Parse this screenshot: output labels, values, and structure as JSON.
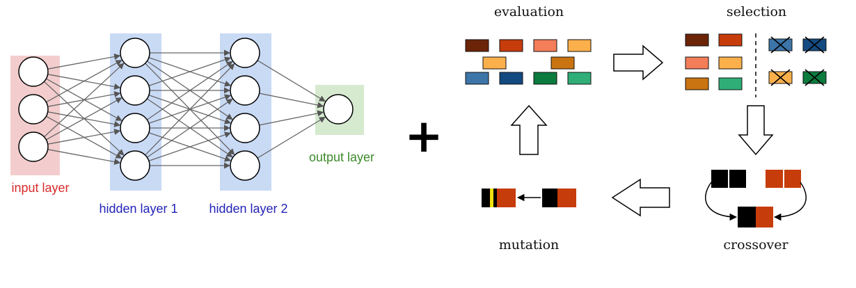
{
  "neural_network": {
    "layers": [
      {
        "name": "input",
        "label": "input layer",
        "nodes": 3,
        "label_color": "#d92b2b",
        "bg_color": "#f3cdcd"
      },
      {
        "name": "hidden1",
        "label": "hidden layer 1",
        "nodes": 4,
        "label_color": "#2323b8",
        "bg_color": "#c9daf5"
      },
      {
        "name": "hidden2",
        "label": "hidden layer 2",
        "nodes": 4,
        "label_color": "#2323b8",
        "bg_color": "#c9daf5"
      },
      {
        "name": "output",
        "label": "output layer",
        "nodes": 1,
        "label_color": "#3d8a2a",
        "bg_color": "#d6ead0"
      }
    ]
  },
  "plus_sign": "+",
  "genetic_algorithm": {
    "evaluation_label": "evaluation",
    "selection_label": "selection",
    "crossover_label": "crossover",
    "mutation_label": "mutation",
    "evaluation_colors": [
      [
        "#6b2408",
        "#c63c0a",
        "#f47e5a",
        "#fbb04c"
      ],
      [
        "#fbb04c",
        "#c97411"
      ],
      [
        "#3d75a8",
        "#134a80",
        "#0b7b3e",
        "#2fae77"
      ]
    ],
    "selected_colors": [
      [
        "#6b2408",
        "#c63c0a"
      ],
      [
        "#f47e5a",
        "#fbb04c"
      ],
      [
        "#c97411",
        "#2fae77"
      ]
    ],
    "rejected_colors": [
      [
        "#3d75a8",
        "#134a80"
      ],
      [
        "#fbb04c",
        "#0b7b3e"
      ]
    ],
    "gene_colors": {
      "black": "#000000",
      "orange": "#c63c0a",
      "mutation": "#f0e010"
    }
  }
}
